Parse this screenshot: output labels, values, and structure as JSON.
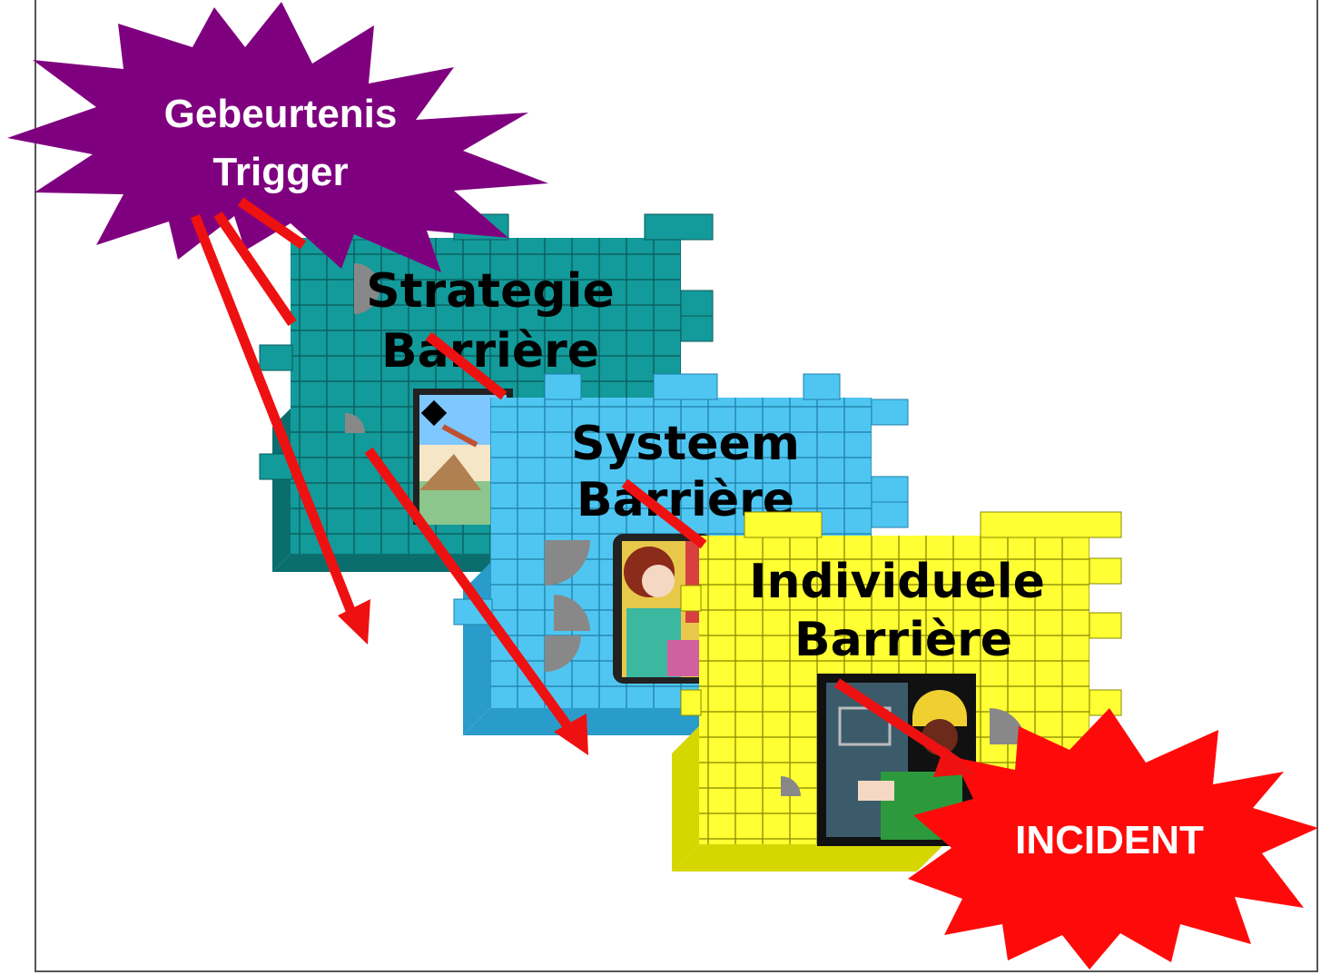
{
  "trigger": {
    "line1": "Gebeurtenis",
    "line2": "Trigger",
    "color": "#7f007f"
  },
  "barriers": [
    {
      "line1": "Strategie",
      "line2": "Barrière",
      "color": "#139a9a",
      "dark": "#0b6e6e"
    },
    {
      "line1": "Systeem",
      "line2": "Barrière",
      "color": "#4fc6f2",
      "dark": "#2a9ccb"
    },
    {
      "line1": "Individuele",
      "line2": "Barrière",
      "color": "#ffff33",
      "dark": "#d6d600"
    }
  ],
  "incident": {
    "label": "INCIDENT",
    "color": "#ff0a0a"
  },
  "arrow_color": "#ee1111"
}
